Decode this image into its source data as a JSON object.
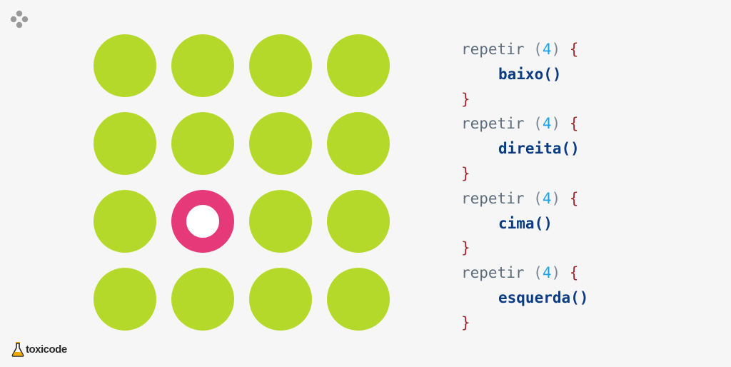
{
  "colors": {
    "dot": "#b5d92a",
    "target_ring": "#e5397a",
    "target_center": "#ffffff"
  },
  "grid": {
    "rows": 4,
    "cols": 4,
    "target": {
      "row": 3,
      "col": 2
    }
  },
  "code": [
    {
      "kw": "repetir",
      "num": "4",
      "fn": "baixo()"
    },
    {
      "kw": "repetir",
      "num": "4",
      "fn": "direita()"
    },
    {
      "kw": "repetir",
      "num": "4",
      "fn": "cima()"
    },
    {
      "kw": "repetir",
      "num": "4",
      "fn": "esquerda()"
    }
  ],
  "logo": {
    "text": "toxicode"
  },
  "icons": {
    "menu": "grid-dots-icon",
    "logo": "flask-icon"
  }
}
